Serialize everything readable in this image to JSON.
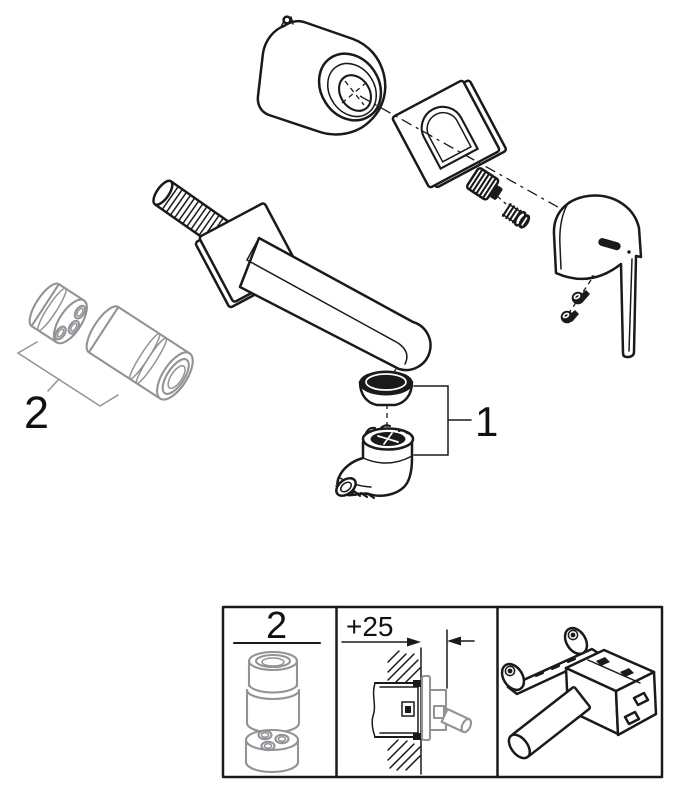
{
  "page": {
    "background": "#ffffff"
  },
  "diagram": {
    "callout_aerator_kit": "1",
    "callout_valve_kit": "2",
    "colors": {
      "line": "#1a1a1a",
      "secondary_gray": "#919396",
      "label": "#111111"
    }
  },
  "inset": {
    "spare_part_label": "2",
    "install_depth_dimension": "+25"
  }
}
